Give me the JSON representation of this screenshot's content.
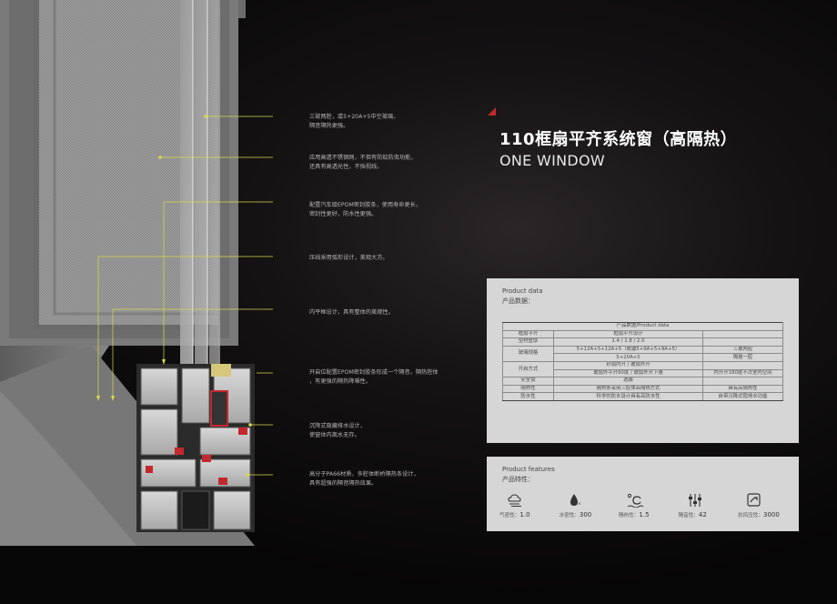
{
  "title": {
    "cn": "110框扇平齐系统窗（高隔热）",
    "en": "ONE WINDOW"
  },
  "callouts": [
    "三玻两腔，或5+20A+5中空玻璃，\n隔音隔热更强。",
    "应用高透不锈钢网，不但有防蚊防虫功能，\n还具有高透光性，不挡视线。",
    "配置汽车级EPOM密封胶条，使用寿命更长，\n密封性更好，防水性更强。",
    "压线采用弧形设计，美观大方。",
    "内平框设计，具有整体的美观性。",
    "开启位配置EPOM密封胶条形成一个隔音，隔热腔体\n，有更强的隔热降噪性。",
    "沉降式隐藏排水设计，\n使窗体内离水无存。",
    "高分子PA66材质，多腔体断桥隔热条设计，\n具有超强的隔音隔热效果。"
  ],
  "product_data": {
    "heading_en": "Product data",
    "heading_cn": "产品数据：",
    "table_title": "产品数据/Product data",
    "rows": {
      "r1": {
        "label": "框扇平齐",
        "value": "框扇平齐设计",
        "note": ""
      },
      "r2": {
        "label": "型材壁厚",
        "value": "1.4 / 1.8 / 2.0",
        "note": ""
      },
      "r3": {
        "label": "玻璃规格",
        "value_a": "5+12A+5+12A+5（或镀5+9A+5+9A+5）",
        "note_a": "三玻两腔",
        "value_b": "5+20A+5",
        "note_b": "隔玻一腔"
      },
      "r4": {
        "label": "开启方式",
        "value_a": "纱扇内开 / 玻扇外开",
        "note_a": "",
        "value_b": "玻扇外平开90度 / 玻扇外开下悬",
        "note_b": "内开开180度不占室内空间"
      },
      "r5": {
        "label": "安全锁",
        "value": "选装",
        "note": ""
      },
      "r6": {
        "label": "隔热性",
        "value": "隔热条采用三腔体高隔热方式",
        "note": "具有高隔热性"
      },
      "r7": {
        "label": "防水性",
        "value": "科学的防水设计具有高防水性",
        "note": "自带沉降式隐排水功能"
      }
    }
  },
  "product_features": {
    "heading_en": "Product features",
    "heading_cn": "产品特性：",
    "items": [
      {
        "icon": "cloud-wind-icon",
        "label": "气密性：",
        "value": "1.0"
      },
      {
        "icon": "water-drop-icon",
        "label": "水密性：",
        "value": "300"
      },
      {
        "icon": "temperature-celsius-icon",
        "label": "隔热性：",
        "value": "1.5"
      },
      {
        "icon": "sliders-icon",
        "label": "隔音性：",
        "value": "42"
      },
      {
        "icon": "wind-pressure-icon",
        "label": "抗风压性：",
        "value": "3000"
      }
    ]
  },
  "colors": {
    "accent_triangle": "#c3282d",
    "leader_lines": "#d8d84a",
    "panel_bg": "#d6d6d6"
  }
}
